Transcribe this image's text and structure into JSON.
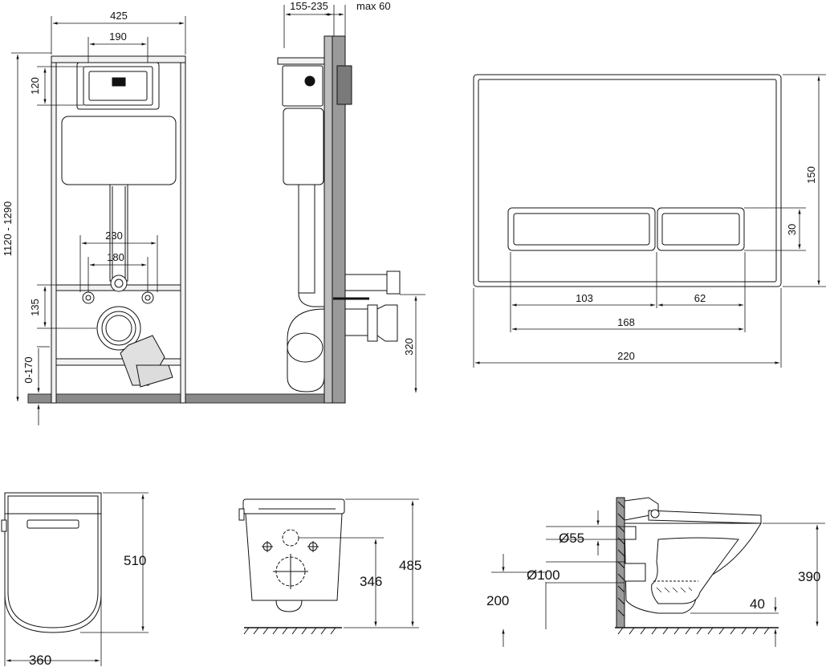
{
  "dimensions": {
    "frame_width": "425",
    "frame_top_span": "190",
    "frame_height": "1120 - 1290",
    "panel_height": "120",
    "stud_spacing_230": "230",
    "stud_spacing_180": "180",
    "outlet_height": "135",
    "floor_offset": "0-170",
    "wall_depth": "155-235",
    "wall_max": "max 60",
    "drain_height": "320",
    "plate_height": "150",
    "button_height": "30",
    "button_left_width": "103",
    "button_right_width": "62",
    "buttons_total_width": "168",
    "plate_width": "220",
    "bowl_length": "510",
    "bowl_width": "360",
    "stud_height_346": "346",
    "bowl_height_485": "485",
    "pipe_diameter_55": "Ø55",
    "pipe_diameter_100": "Ø100",
    "bowl_height_390": "390",
    "drain_height_200": "200",
    "rim_offset_40": "40"
  },
  "colors": {
    "line": "#111111",
    "wall_fill": "#9a9a9a",
    "floor_fill": "#8a8a8a",
    "part_fill": "#f2f2f2"
  }
}
